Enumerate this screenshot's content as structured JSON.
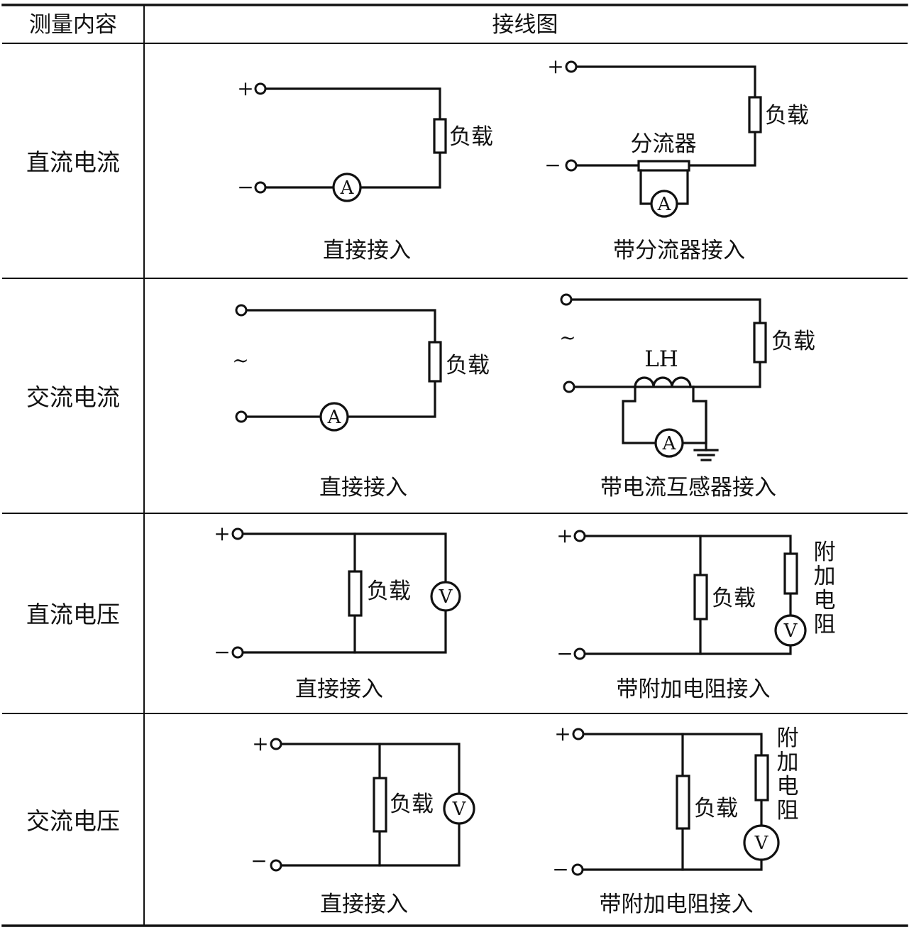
{
  "table": {
    "headers": [
      "测量内容",
      "接线图"
    ],
    "rows": [
      {
        "label": "直流电流",
        "diagrams": [
          {
            "plus": "+",
            "minus": "−",
            "load": "负载",
            "meter": "A",
            "caption": "直接接入"
          },
          {
            "plus": "+",
            "minus": "−",
            "load": "负载",
            "shunt": "分流器",
            "meter": "A",
            "caption": "带分流器接入"
          }
        ]
      },
      {
        "label": "交流电流",
        "diagrams": [
          {
            "ac": "~",
            "load": "负载",
            "meter": "A",
            "caption": "直接接入"
          },
          {
            "ac": "~",
            "load": "负载",
            "ct": "LH",
            "meter": "A",
            "caption": "带电流互感器接入"
          }
        ]
      },
      {
        "label": "直流电压",
        "diagrams": [
          {
            "plus": "+",
            "minus": "−",
            "load": "负载",
            "meter": "V",
            "caption": "直接接入"
          },
          {
            "plus": "+",
            "minus": "−",
            "load": "负载",
            "extra_resistor": [
              "附",
              "加",
              "电",
              "阻"
            ],
            "meter": "V",
            "caption": "带附加电阻接入"
          }
        ]
      },
      {
        "label": "交流电压",
        "diagrams": [
          {
            "plus": "+",
            "minus": "−",
            "load": "负载",
            "meter": "V",
            "caption": "直接接入"
          },
          {
            "plus": "+",
            "minus": "−",
            "load": "负载",
            "extra_resistor": [
              "附",
              "加",
              "电",
              "阻"
            ],
            "meter": "V",
            "caption": "带附加电阻接入"
          }
        ]
      }
    ]
  }
}
